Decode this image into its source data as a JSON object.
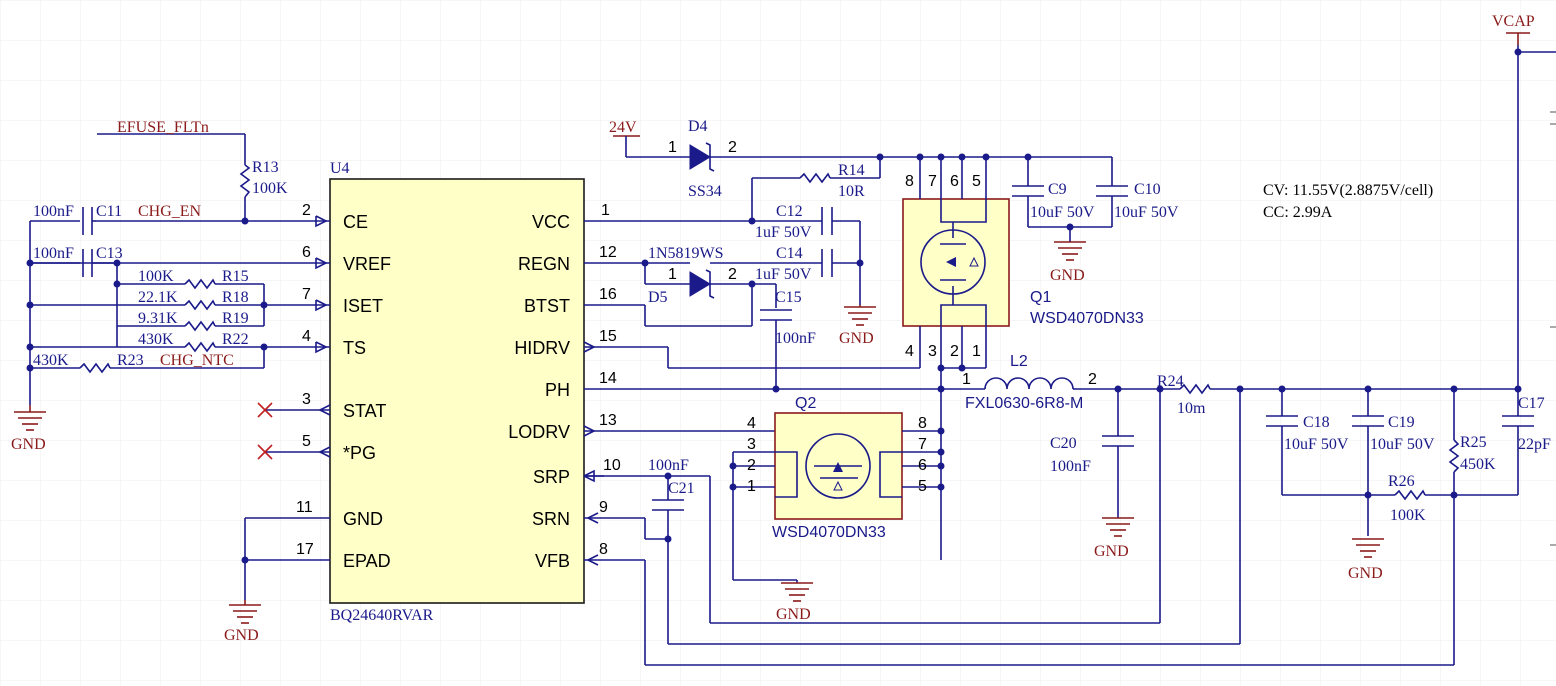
{
  "colors": {
    "wire": "#1a1a8a",
    "net": "#8b1a1a",
    "ic_fill": "#ffffc8",
    "fet_fill": "#ffffc8",
    "grid": "#e8e8e8"
  },
  "nets": {
    "vcap": "VCAP",
    "v24": "24V",
    "efuse": "EFUSE_FLTn",
    "chg_en": "CHG_EN",
    "chg_ntc": "CHG_NTC",
    "gnd": "GND"
  },
  "notes": {
    "cv": "CV: 11.55V(2.8875V/cell)",
    "cc": "CC: 2.99A"
  },
  "u4": {
    "ref": "U4",
    "part": "BQ24640RVAR",
    "left_pins": [
      {
        "num": "2",
        "name": "CE"
      },
      {
        "num": "6",
        "name": "VREF"
      },
      {
        "num": "7",
        "name": "ISET"
      },
      {
        "num": "4",
        "name": "TS"
      },
      {
        "num": "3",
        "name": "STAT"
      },
      {
        "num": "5",
        "name": "*PG"
      },
      {
        "num": "11",
        "name": "GND"
      },
      {
        "num": "17",
        "name": "EPAD"
      }
    ],
    "right_pins": [
      {
        "num": "1",
        "name": "VCC"
      },
      {
        "num": "12",
        "name": "REGN"
      },
      {
        "num": "16",
        "name": "BTST"
      },
      {
        "num": "15",
        "name": "HIDRV"
      },
      {
        "num": "14",
        "name": "PH"
      },
      {
        "num": "13",
        "name": "LODRV"
      },
      {
        "num": "10",
        "name": "SRP"
      },
      {
        "num": "9",
        "name": "SRN"
      },
      {
        "num": "8",
        "name": "VFB"
      }
    ]
  },
  "q1": {
    "ref": "Q1",
    "part": "WSD4070DN33",
    "top_pins": [
      "8",
      "7",
      "6",
      "5"
    ],
    "bottom_pins": [
      "4",
      "3",
      "2",
      "1"
    ]
  },
  "q2": {
    "ref": "Q2",
    "part": "WSD4070DN33",
    "left_pins": [
      "4",
      "3",
      "2",
      "1"
    ],
    "right_pins": [
      "8",
      "7",
      "6",
      "5"
    ]
  },
  "diodes": {
    "d4": {
      "ref": "D4",
      "part": "SS34",
      "p1": "1",
      "p2": "2"
    },
    "d5": {
      "ref": "D5",
      "part": "1N5819WS",
      "p1": "1",
      "p2": "2"
    }
  },
  "inductor": {
    "ref": "L2",
    "part": "FXL0630-6R8-M",
    "p1": "1",
    "p2": "2"
  },
  "resistors": {
    "r13": {
      "ref": "R13",
      "val": "100K"
    },
    "r14": {
      "ref": "R14",
      "val": "10R"
    },
    "r15": {
      "ref": "R15",
      "val": "100K"
    },
    "r18": {
      "ref": "R18",
      "val": "22.1K"
    },
    "r19": {
      "ref": "R19",
      "val": "9.31K"
    },
    "r22": {
      "ref": "R22",
      "val": "430K"
    },
    "r23": {
      "ref": "R23",
      "val": "430K"
    },
    "r24": {
      "ref": "R24",
      "val": "10m"
    },
    "r25": {
      "ref": "R25",
      "val": "450K"
    },
    "r26": {
      "ref": "R26",
      "val": "100K"
    }
  },
  "caps": {
    "c9": {
      "ref": "C9",
      "val": "10uF 50V"
    },
    "c10": {
      "ref": "C10",
      "val": "10uF 50V"
    },
    "c11": {
      "ref": "C11",
      "val": "100nF"
    },
    "c12": {
      "ref": "C12",
      "val": "1uF 50V"
    },
    "c13": {
      "ref": "C13",
      "val": "100nF"
    },
    "c14": {
      "ref": "C14",
      "val": "1uF 50V"
    },
    "c15": {
      "ref": "C15",
      "val": "100nF"
    },
    "c17": {
      "ref": "C17",
      "val": "22pF"
    },
    "c18": {
      "ref": "C18",
      "val": "10uF 50V"
    },
    "c19": {
      "ref": "C19",
      "val": "10uF 50V"
    },
    "c20": {
      "ref": "C20",
      "val": "100nF"
    },
    "c21": {
      "ref": "C21",
      "val": "100nF"
    }
  }
}
